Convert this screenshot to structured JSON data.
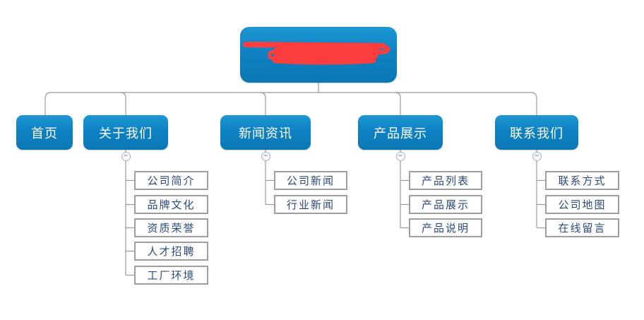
{
  "root": {
    "label": "",
    "redacted": true
  },
  "branches": [
    {
      "label": "首页",
      "children": []
    },
    {
      "label": "关于我们",
      "children": [
        "公司简介",
        "品牌文化",
        "资质荣誉",
        "人才招聘",
        "工厂环境"
      ]
    },
    {
      "label": "新闻资讯",
      "children": [
        "公司新闻",
        "行业新闻"
      ]
    },
    {
      "label": "产品展示",
      "children": [
        "产品列表",
        "产品展示",
        "产品说明"
      ]
    },
    {
      "label": "联系我们",
      "children": [
        "联系方式",
        "公司地图",
        "在线留言"
      ]
    }
  ],
  "ui": {
    "collapse_glyph": "−"
  },
  "colors": {
    "node_blue": "#0e82c3",
    "node_text": "#ffffff",
    "connector_gray": "#999999",
    "leaf_border": "#9e9e9e",
    "leaf_text": "#29497c",
    "redaction_red": "#fb3d3d",
    "collapse_border": "#a3abd2"
  }
}
